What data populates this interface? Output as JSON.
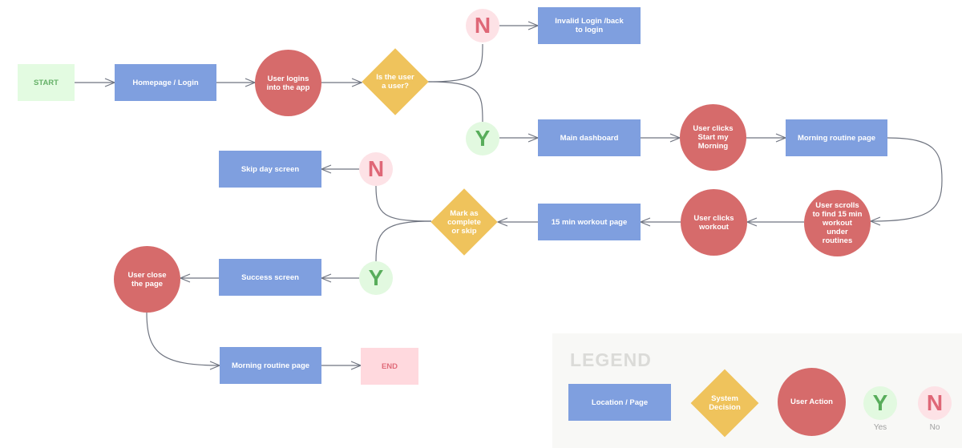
{
  "nodes": {
    "start": "START",
    "homepage_login": "Homepage / Login",
    "user_logins": "User logins into the app",
    "is_user": "Is the user a user?",
    "invalid_login": "Invalid Login /back to login",
    "main_dashboard": "Main dashboard",
    "clicks_start_morning": "User clicks Start my Morning",
    "morning_routine_page": "Morning routine page",
    "scrolls_find_workout": "User scrolls to find 15 min workout under routines",
    "clicks_workout": "User clicks workout",
    "workout_page": "15 min workout page",
    "mark_complete_skip": "Mark as complete or skip",
    "skip_day_screen": "Skip day screen",
    "success_screen": "Success screen",
    "user_close_page": "User close the page",
    "morning_routine_page_2": "Morning routine page",
    "end": "END"
  },
  "markers": {
    "yes": "Y",
    "no": "N"
  },
  "legend": {
    "title": "LEGEND",
    "location_page": "Location / Page",
    "system_decision": "System Decision",
    "user_action": "User Action",
    "yes_symbol": "Y",
    "no_symbol": "N",
    "yes_caption": "Yes",
    "no_caption": "No"
  },
  "colors": {
    "page": "#7f9fdf",
    "user_action": "#d66b6b",
    "decision": "#efc35c",
    "start": "#e3fbe1",
    "end": "#ffd9de",
    "yes": "#58ad5b",
    "no": "#df6777",
    "connector": "#6f7480"
  }
}
